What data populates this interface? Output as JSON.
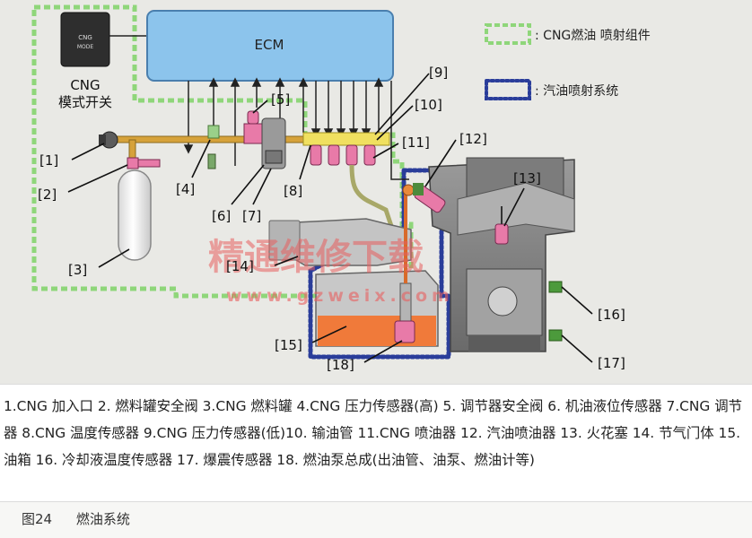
{
  "diagram": {
    "ecm_label": "ECM",
    "cng_switch_button": "CNG\nMODE",
    "cng_switch_label_line1": "CNG",
    "cng_switch_label_line2": "模式开关",
    "legend": {
      "cng_group": ": CNG燃油 喷射组件",
      "gasoline_group": ": 汽油喷射系统"
    },
    "callouts": [
      "[1]",
      "[2]",
      "[3]",
      "[4]",
      "[5]",
      "[6]",
      "[7]",
      "[8]",
      "[9]",
      "[10]",
      "[11]",
      "[12]",
      "[13]",
      "[14]",
      "[15]",
      "[16]",
      "[17]",
      "[18]"
    ],
    "watermark": "精通维修下载",
    "watermark_url": "www.gzweix.com",
    "colors": {
      "ecm_fill": "#8cc4ec",
      "cng_outline": "#8fd67a",
      "gasoline_outline": "#2a3d9a",
      "fuel_rail": "#f0e060",
      "regulator_safety_valve": "#e87aa8",
      "fuel_tank_liquid": "#f07a3a"
    }
  },
  "caption": {
    "text": "1.CNG 加入口 2. 燃料罐安全阀 3.CNG 燃料罐 4.CNG 压力传感器(高) 5. 调节器安全阀 6. 机油液位传感器 7.CNG 调节器 8.CNG 温度传感器 9.CNG 压力传感器(低)10. 输油管 11.CNG 喷油器 12. 汽油喷油器 13. 火花塞 14. 节气门体 15. 油箱 16. 冷却液温度传感器 17. 爆震传感器 18. 燃油泵总成(出油管、油泵、燃油计等)"
  },
  "figure": {
    "number": "图24",
    "title": "燃油系统"
  }
}
